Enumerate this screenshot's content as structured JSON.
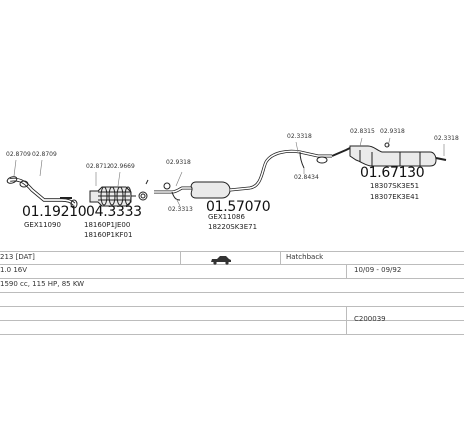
{
  "parts": {
    "p1": {
      "code": "01.19210",
      "ref": "GEX11090",
      "tags": [
        "02.8709",
        "02.8709"
      ]
    },
    "p2": {
      "code": "04.3333",
      "refs": [
        "18160P1JE00",
        "18160P1KF01"
      ],
      "tags": [
        "02.8712",
        "02.9669"
      ]
    },
    "p3": {
      "tags": [
        "02.9318",
        "02.3313"
      ]
    },
    "p4": {
      "code": "01.57070",
      "refs": [
        "GEX11086",
        "18220SK3E71"
      ]
    },
    "p5": {
      "tags": [
        "02.3318",
        "02.8434"
      ]
    },
    "p6": {
      "code": "01.67130",
      "refs": [
        "18307SK3E51",
        "18307EK3E41"
      ],
      "tags": [
        "02.8315",
        "02.9318",
        "02.3318"
      ]
    }
  },
  "table": {
    "row1": {
      "model": "213 [DAT]",
      "body": "Hatchback"
    },
    "row2": {
      "engine": "1.0 16V",
      "years": "10/09 - 09/92"
    },
    "row3": {
      "spec": "1590 cc, 115 HP, 85 KW"
    },
    "row4": {},
    "row5": {
      "id": "C200039"
    }
  },
  "icons": {
    "car": "car-hatchback-icon"
  },
  "colors": {
    "line": "#bcbcbc",
    "part_stroke": "#222222"
  }
}
